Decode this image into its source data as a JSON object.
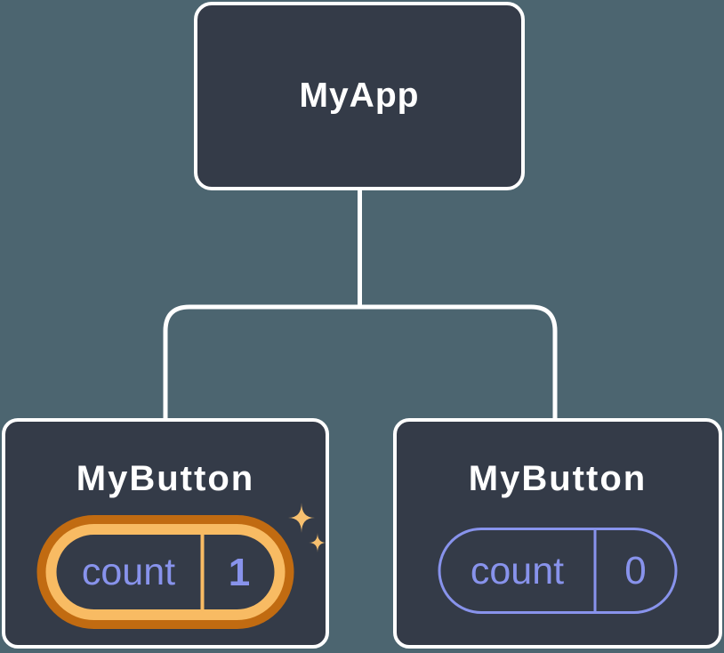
{
  "diagram": {
    "type": "component-tree",
    "root": {
      "label": "MyApp"
    },
    "children": [
      {
        "label": "MyButton",
        "state_key": "count",
        "state_value": "1",
        "highlighted": true,
        "icon": "sparkles-icon"
      },
      {
        "label": "MyButton",
        "state_key": "count",
        "state_value": "0",
        "highlighted": false
      }
    ]
  },
  "colors": {
    "background": "#4C6570",
    "node_fill": "#343B48",
    "node_border": "#FFFFFF",
    "connector": "#FFFFFF",
    "state_purple": "#8893EC",
    "highlight_ring_outer": "#C16B11",
    "highlight_ring_inner": "#F8BB63",
    "sparkle": "#F7C06F"
  }
}
